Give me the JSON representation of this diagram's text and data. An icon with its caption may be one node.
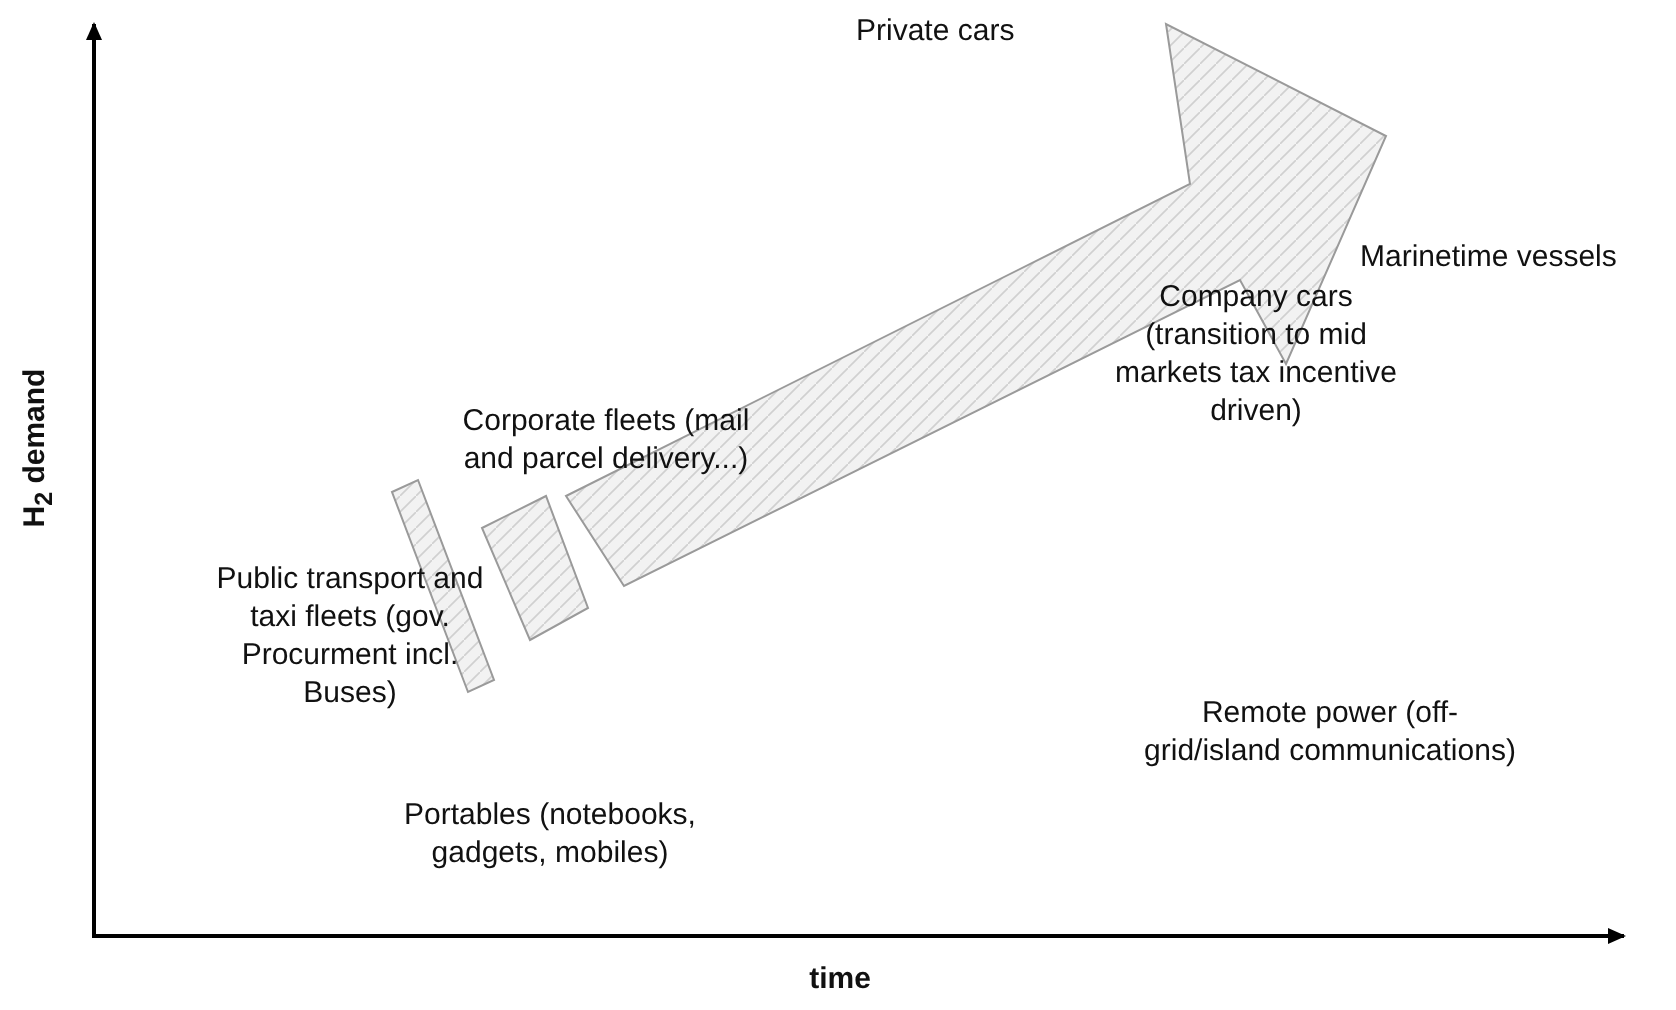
{
  "diagram": {
    "labels": [
      "Private cars",
      "Marinetime vessels",
      "Company cars (transition to mid markets tax incentive driven)",
      "Corporate fleets (mail and parcel delivery...)",
      "H$_{2}$ demand",
      "Public transport and taxi fleets (gov. Procurment incl. Buses)",
      "Remote power (off-grid/island communications)",
      "Portables (notebooks, gadgets, mobiles)",
      "time"
    ]
  }
}
